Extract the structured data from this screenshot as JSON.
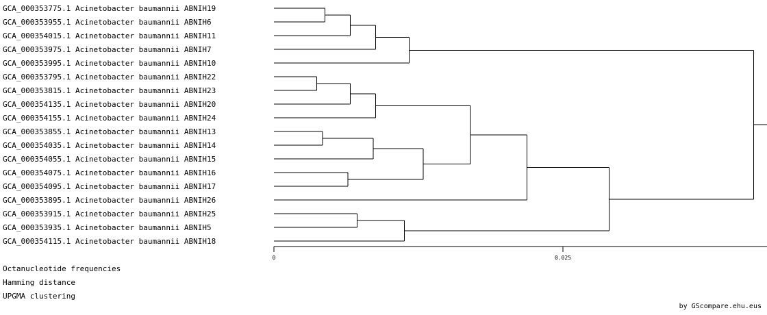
{
  "leaves": [
    "GCA_000353775.1 Acinetobacter baumannii ABNIH19",
    "GCA_000353955.1 Acinetobacter baumannii ABNIH6",
    "GCA_000354015.1 Acinetobacter baumannii ABNIH11",
    "GCA_000353975.1 Acinetobacter baumannii ABNIH7",
    "GCA_000353995.1 Acinetobacter baumannii ABNIH10",
    "GCA_000353795.1 Acinetobacter baumannii ABNIH22",
    "GCA_000353815.1 Acinetobacter baumannii ABNIH23",
    "GCA_000354135.1 Acinetobacter baumannii ABNIH20",
    "GCA_000354155.1 Acinetobacter baumannii ABNIH24",
    "GCA_000353855.1 Acinetobacter baumannii ABNIH13",
    "GCA_000354035.1 Acinetobacter baumannii ABNIH14",
    "GCA_000354055.1 Acinetobacter baumannii ABNIH15",
    "GCA_000354075.1 Acinetobacter baumannii ABNIH16",
    "GCA_000354095.1 Acinetobacter baumannii ABNIH17",
    "GCA_000353895.1 Acinetobacter baumannii ABNIH26",
    "GCA_000353915.1 Acinetobacter baumannii ABNIH25",
    "GCA_000353935.1 Acinetobacter baumannii ABNIH5",
    "GCA_000354115.1 Acinetobacter baumannii ABNIH18"
  ],
  "tree": {
    "merges": [
      {
        "children": [
          0,
          1
        ],
        "height": 0.0044
      },
      {
        "children": [
          "n0",
          2
        ],
        "height": 0.0066
      },
      {
        "children": [
          "n1",
          3
        ],
        "height": 0.0088
      },
      {
        "children": [
          "n2",
          4
        ],
        "height": 0.0117
      },
      {
        "children": [
          5,
          6
        ],
        "height": 0.0037
      },
      {
        "children": [
          "n4",
          7
        ],
        "height": 0.0066
      },
      {
        "children": [
          "n5",
          8
        ],
        "height": 0.0088
      },
      {
        "children": [
          9,
          10
        ],
        "height": 0.0042
      },
      {
        "children": [
          "n7",
          11
        ],
        "height": 0.0086
      },
      {
        "children": [
          12,
          13
        ],
        "height": 0.0064
      },
      {
        "children": [
          "n8",
          "n9"
        ],
        "height": 0.0129
      },
      {
        "children": [
          "n6",
          "n10"
        ],
        "height": 0.017
      },
      {
        "children": [
          "n11",
          14
        ],
        "height": 0.0219
      },
      {
        "children": [
          15,
          16
        ],
        "height": 0.0072
      },
      {
        "children": [
          "n13",
          17
        ],
        "height": 0.0113
      },
      {
        "children": [
          "n12",
          "n14"
        ],
        "height": 0.029
      },
      {
        "children": [
          "n3",
          "n15"
        ],
        "height": 0.0415
      }
    ]
  },
  "axis": {
    "ticks": [
      {
        "value": 0,
        "label": "0"
      },
      {
        "value": 0.025,
        "label": "0.025"
      }
    ]
  },
  "info": [
    "Octanucleotide frequencies",
    "Hamming distance",
    "UPGMA clustering"
  ],
  "credit": "by GScompare.ehu.eus"
}
